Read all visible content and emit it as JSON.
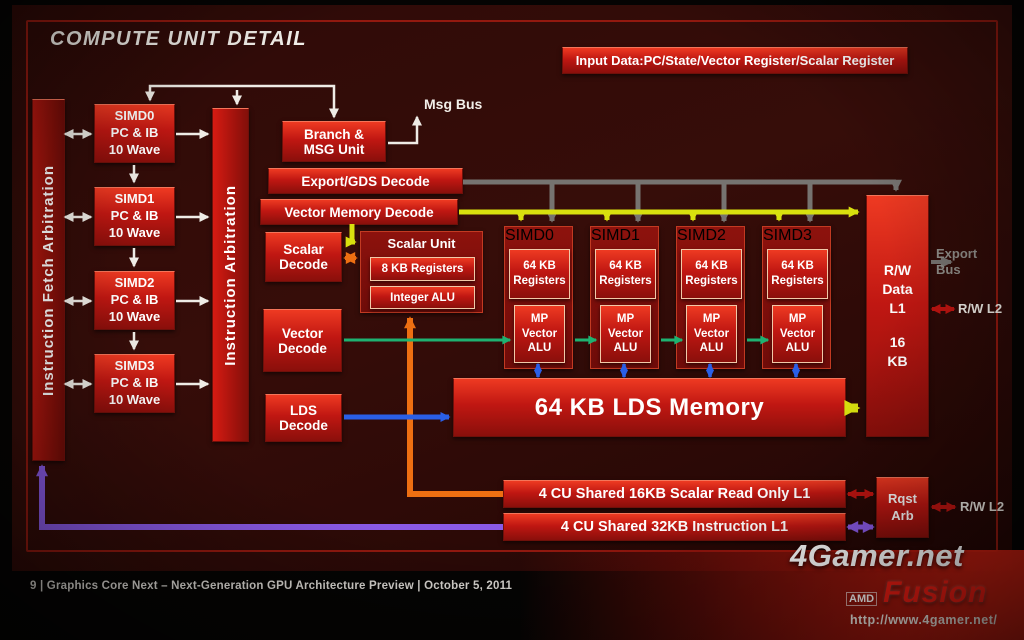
{
  "slide": {
    "title": "COMPUTE UNIT DETAIL",
    "input_data": "Input Data:PC/State/Vector Register/Scalar Register",
    "msg_bus": "Msg Bus",
    "export_bus": "Export\nBus",
    "rw_l2_right": "R/W L2",
    "rw_l2_bottom": "R/W L2",
    "footer": "9 | Graphics Core Next – Next-Generation GPU Architecture Preview | October 5, 2011"
  },
  "arbitration": {
    "fetch": "Instruction Fetch Arbitration",
    "instruction": "Instruction Arbitration"
  },
  "simd_fetch": [
    {
      "name": "SIMD0",
      "pc": "PC & IB",
      "wave": "10 Wave"
    },
    {
      "name": "SIMD1",
      "pc": "PC & IB",
      "wave": "10 Wave"
    },
    {
      "name": "SIMD2",
      "pc": "PC & IB",
      "wave": "10 Wave"
    },
    {
      "name": "SIMD3",
      "pc": "PC & IB",
      "wave": "10 Wave"
    }
  ],
  "decode": {
    "branch_msg": "Branch &\nMSG Unit",
    "export_gds": "Export/GDS Decode",
    "vector_memory": "Vector Memory Decode",
    "scalar": "Scalar\nDecode",
    "vector": "Vector\nDecode",
    "lds": "LDS\nDecode"
  },
  "scalar_unit": {
    "title": "Scalar Unit",
    "registers": "8 KB Registers",
    "alu": "Integer ALU"
  },
  "simd_units": [
    {
      "name": "SIMD0",
      "registers": "64 KB\nRegisters",
      "alu": "MP\nVector\nALU"
    },
    {
      "name": "SIMD1",
      "registers": "64 KB\nRegisters",
      "alu": "MP\nVector\nALU"
    },
    {
      "name": "SIMD2",
      "registers": "64 KB\nRegisters",
      "alu": "MP\nVector\nALU"
    },
    {
      "name": "SIMD3",
      "registers": "64 KB\nRegisters",
      "alu": "MP\nVector\nALU"
    }
  ],
  "memory": {
    "lds": "64 KB LDS Memory",
    "rw_data_label": "R/W\nData\nL1",
    "rw_data_size": "16\nKB",
    "scalar_l1": "4 CU Shared 16KB Scalar Read Only L1",
    "instruction_l1": "4 CU Shared 32KB Instruction L1",
    "rqst_arb": "Rqst\nArb"
  },
  "watermark": {
    "site": "4Gamer.net",
    "brand": "Fusion",
    "brand_prefix": "AMD",
    "url": "http://www.4gamer.net/"
  },
  "colors": {
    "box_red": "#c01712",
    "panel_dark": "#2e0a07",
    "arrow_white": "#efece6",
    "arrow_gray": "#767370",
    "arrow_yellow": "#d8e00e",
    "arrow_orange": "#ee6f12",
    "arrow_green": "#1eb271",
    "arrow_blue": "#2a5fe6",
    "arrow_purple": "#8a5ae6",
    "arrow_red": "#c01410"
  }
}
